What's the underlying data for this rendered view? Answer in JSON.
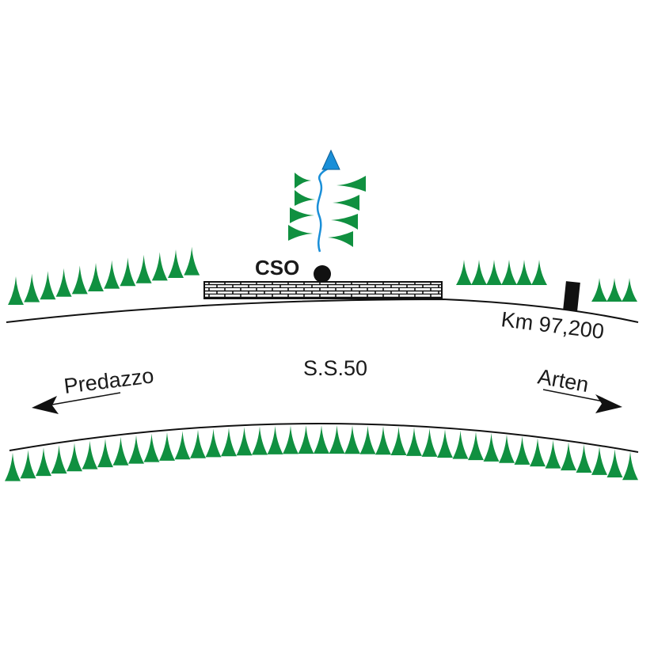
{
  "labels": {
    "road": "S.S.50",
    "outfall": "CSO",
    "km_marker": "Km 97,200",
    "direction_left": "Predazzo",
    "direction_right": "Arten"
  },
  "colors": {
    "vegetation": "#109040",
    "watercourse": "#1a8fd8",
    "ink": "#111111"
  },
  "icons": {
    "tree": "tree-icon",
    "outfall": "cso-point-icon",
    "km_post": "km-post-icon"
  }
}
